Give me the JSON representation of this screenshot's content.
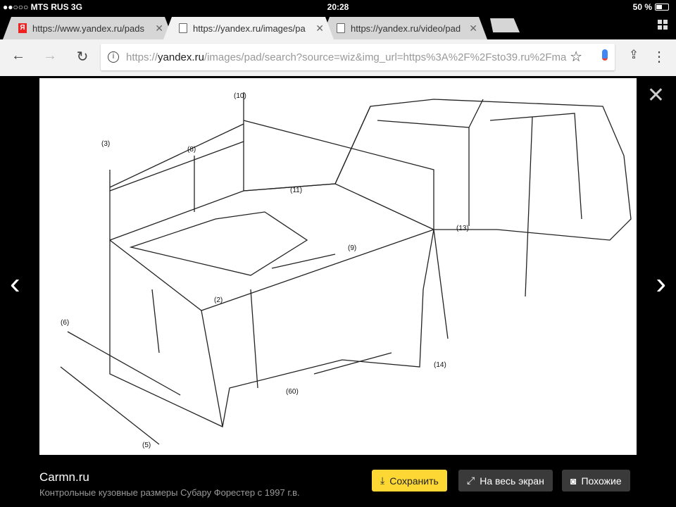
{
  "status": {
    "carrier": "●●○○○ MTS RUS   3G",
    "time": "20:28",
    "battery": "50 %"
  },
  "tabs": [
    {
      "title": "https://www.yandex.ru/pads",
      "active": false
    },
    {
      "title": "https://yandex.ru/images/pa",
      "active": true
    },
    {
      "title": "https://yandex.ru/video/pad",
      "active": false
    }
  ],
  "toolbar": {
    "url_prefix": "https://",
    "url_host": "yandex.ru",
    "url_rest": "/images/pad/search?source=wiz&img_url=https%3A%2F%2Fsto39.ru%2Fma"
  },
  "image": {
    "labels": [
      "(10)",
      "(3)",
      "(8)",
      "(11)",
      "(13)",
      "(9)",
      "(2)",
      "(6)",
      "(5)",
      "(60)",
      "(14)"
    ]
  },
  "footer": {
    "source": "Carmn.ru",
    "description": "Контрольные кузовные размеры Субару Форестер с 1997 г.в.",
    "save": "Сохранить",
    "fullscreen": "На весь экран",
    "similar": "Похожие",
    "save_color": "#fdd835"
  }
}
